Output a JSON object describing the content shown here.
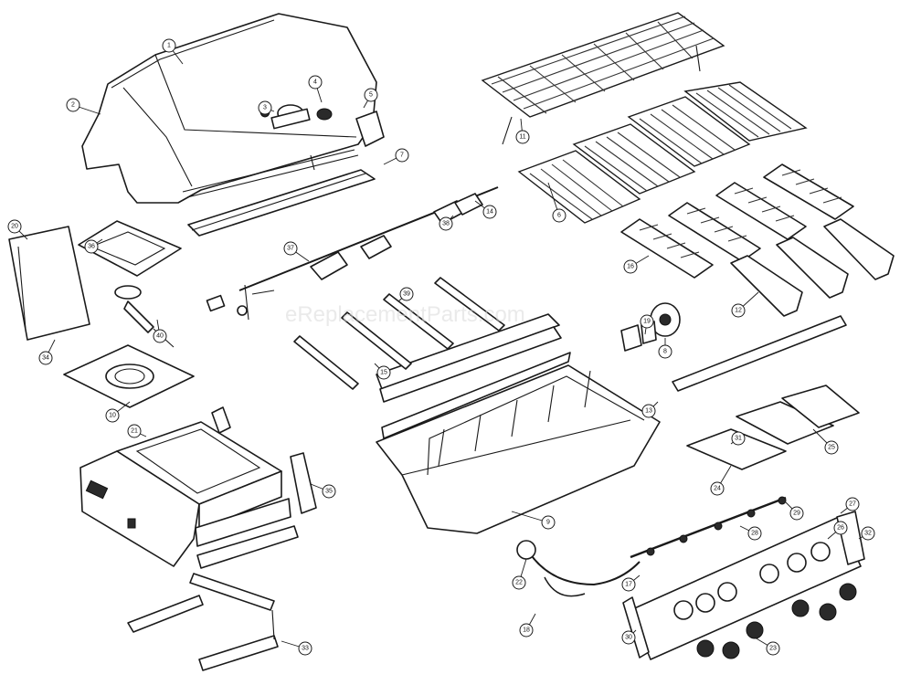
{
  "watermark": "eReplacementParts.com",
  "callouts": {
    "c1": "1",
    "c2": "2",
    "c3": "3",
    "c4": "4",
    "c5": "5",
    "c6": "6",
    "c7": "7",
    "c8": "8",
    "c9": "9",
    "c10": "10",
    "c11": "11",
    "c12": "12",
    "c13": "13",
    "c14": "14",
    "c15": "15",
    "c16": "16",
    "c17": "17",
    "c18": "18",
    "c19": "19",
    "c20": "20",
    "c21": "21",
    "c22": "22",
    "c23": "23",
    "c24": "24",
    "c25": "25",
    "c26": "26",
    "c27": "27",
    "c28": "28",
    "c29": "29",
    "c30": "30",
    "c31": "31",
    "c32": "32",
    "c33": "33",
    "c34": "34",
    "c35": "35",
    "c36": "36",
    "c37": "37",
    "c38": "38",
    "c39": "39",
    "c40": "40"
  }
}
